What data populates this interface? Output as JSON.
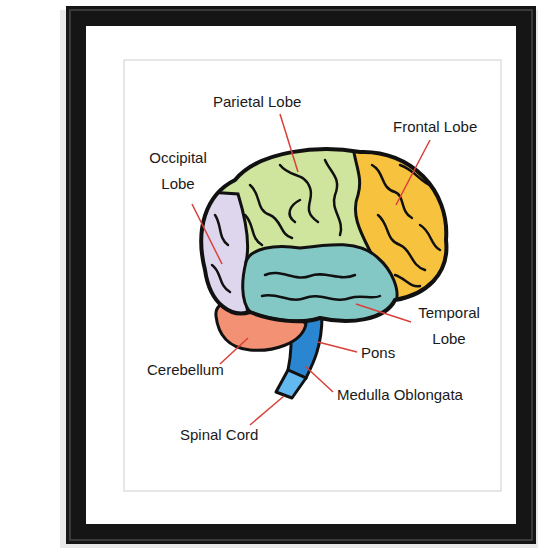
{
  "diagram": {
    "labels": [
      "Parietal Lobe",
      "Frontal Lobe",
      "Occipital Lobe",
      "Temporal Lobe",
      "Pons",
      "Cerebellum",
      "Medulla Oblongata",
      "Spinal Cord"
    ]
  }
}
